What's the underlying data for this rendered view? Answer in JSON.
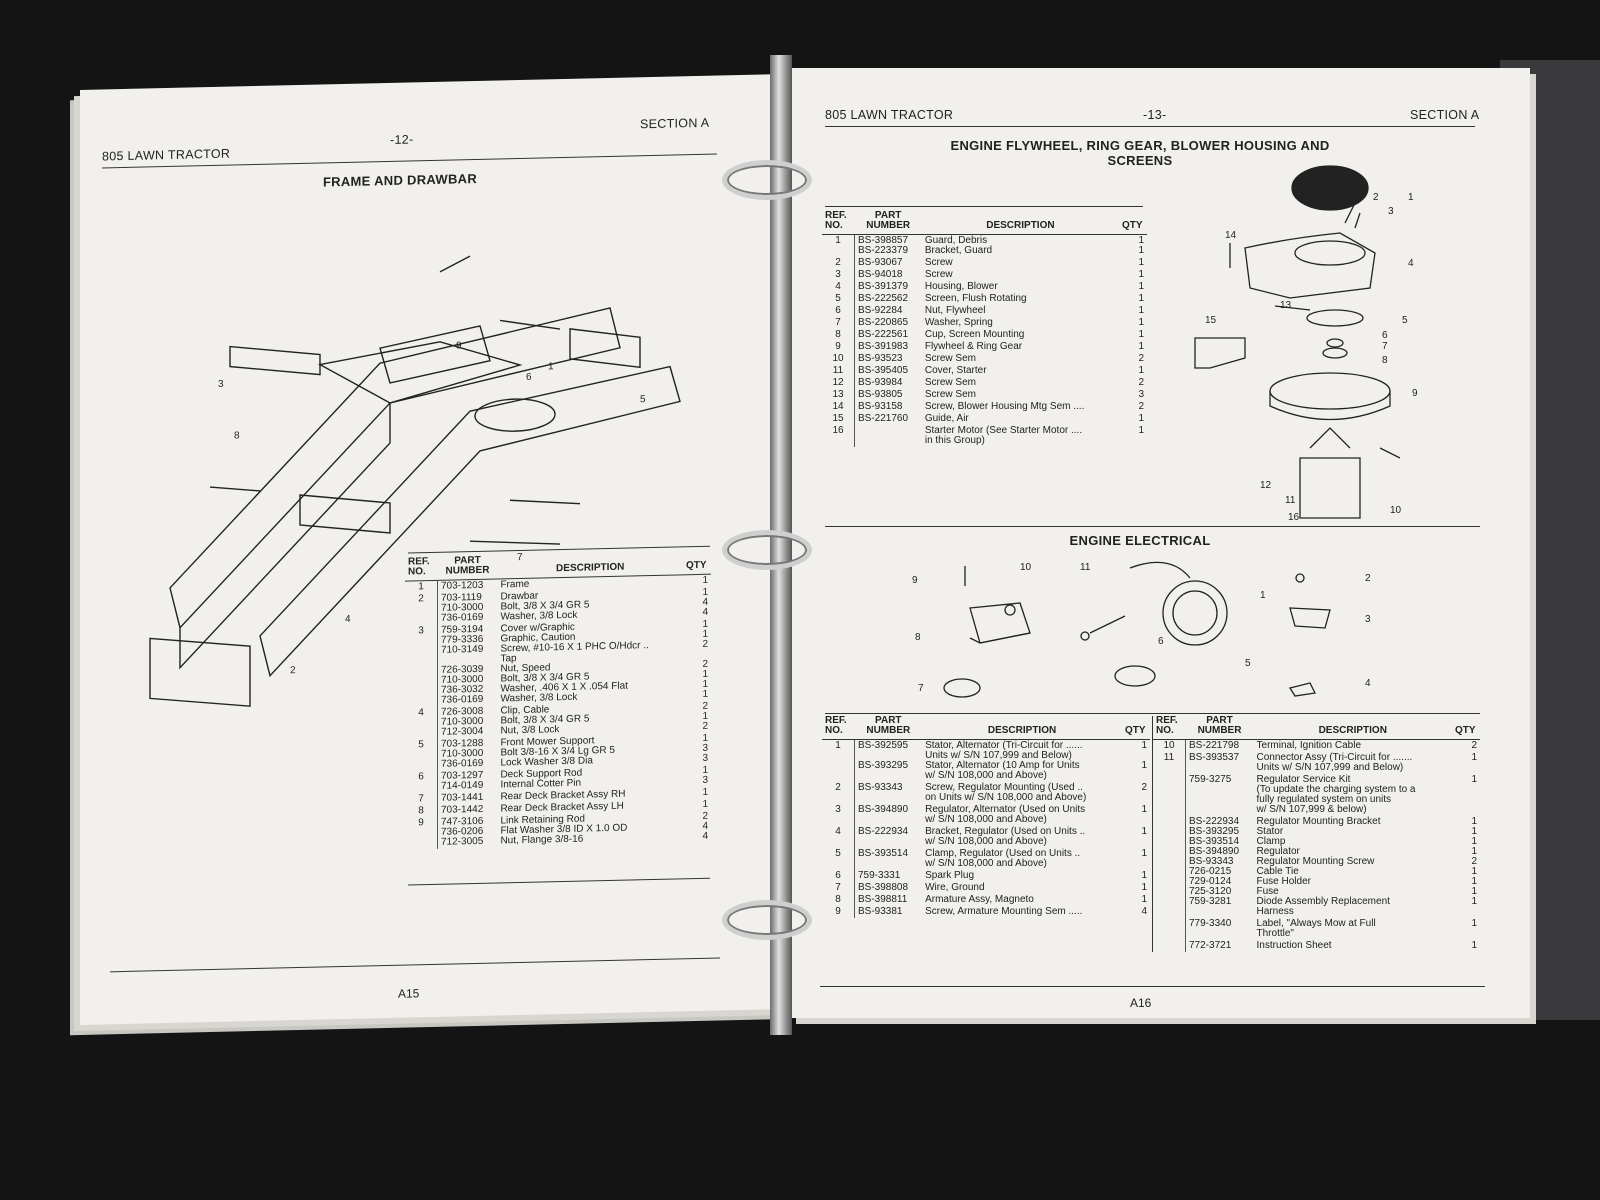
{
  "left_page": {
    "header": {
      "model": "805 LAWN TRACTOR",
      "page_no": "-12-",
      "section": "SECTION A"
    },
    "title": "FRAME AND DRAWBAR",
    "columns": {
      "ref": "REF.\nNO.",
      "part": "PART\nNUMBER",
      "desc": "DESCRIPTION",
      "qty": "QTY"
    },
    "rows": [
      {
        "ref": "1",
        "part": "703-1203",
        "desc": "Frame",
        "qty": "1"
      },
      {
        "ref": "2",
        "part": "703-1119\n710-3000\n736-0169",
        "desc": "Drawbar\n    Bolt, 3/8 X 3/4 GR 5\n    Washer, 3/8 Lock",
        "qty": "1\n4\n4"
      },
      {
        "ref": "3",
        "part": "759-3194\n779-3336\n710-3149\n\n726-3039\n710-3000\n736-3032\n736-0169",
        "desc": "Cover w/Graphic\n    Graphic, Caution\n    Screw, #10-16 X 1 PHC O/Hdcr ..\n    Tap\n    Nut, Speed\n    Bolt, 3/8 X 3/4 GR 5\n    Washer, .406 X 1 X .054 Flat\n    Washer, 3/8 Lock",
        "qty": "1\n1\n2\n\n2\n1\n1\n1"
      },
      {
        "ref": "4",
        "part": "726-3008\n710-3000\n712-3004",
        "desc": "Clip, Cable\n    Bolt, 3/8 X 3/4 GR 5\n    Nut, 3/8 Lock",
        "qty": "2\n1\n2"
      },
      {
        "ref": "5",
        "part": "703-1288\n710-3000\n736-0169",
        "desc": "Front Mower Support\n    Bolt 3/8-16 X 3/4 Lg GR 5\n    Lock Washer 3/8 Dia",
        "qty": "1\n3\n3"
      },
      {
        "ref": "6",
        "part": "703-1297\n714-0149",
        "desc": "Deck Support Rod\n    Internal Cotter Pin",
        "qty": "1\n3"
      },
      {
        "ref": "7",
        "part": "703-1441",
        "desc": "Rear Deck Bracket Assy RH",
        "qty": "1"
      },
      {
        "ref": "8",
        "part": "703-1442",
        "desc": "Rear Deck Bracket Assy LH",
        "qty": "1"
      },
      {
        "ref": "9",
        "part": "747-3106\n736-0206\n712-3005",
        "desc": "Link Retaining Rod\n    Flat Washer 3/8 ID X 1.0 OD\n    Nut, Flange 3/8-16",
        "qty": "2\n4\n4"
      }
    ],
    "callouts": [
      "1",
      "2",
      "3",
      "4",
      "5",
      "6",
      "7",
      "8",
      "9"
    ],
    "footer": "A15"
  },
  "right_page": {
    "header": {
      "model": "805 LAWN TRACTOR",
      "page_no": "-13-",
      "section": "SECTION A"
    },
    "title_top": "ENGINE FLYWHEEL, RING GEAR, BLOWER HOUSING AND SCREENS",
    "columns": {
      "ref": "REF.\nNO.",
      "part": "PART\nNUMBER",
      "desc": "DESCRIPTION",
      "qty": "QTY"
    },
    "flywheel_rows": [
      {
        "ref": "1",
        "part": "BS-398857\nBS-223379",
        "desc": "Guard, Debris\n    Bracket, Guard",
        "qty": "1\n1"
      },
      {
        "ref": "2",
        "part": "BS-93067",
        "desc": "Screw",
        "qty": "1"
      },
      {
        "ref": "3",
        "part": "BS-94018",
        "desc": "Screw",
        "qty": "1"
      },
      {
        "ref": "4",
        "part": "BS-391379",
        "desc": "Housing, Blower",
        "qty": "1"
      },
      {
        "ref": "5",
        "part": "BS-222562",
        "desc": "Screen, Flush Rotating",
        "qty": "1"
      },
      {
        "ref": "6",
        "part": "BS-92284",
        "desc": "Nut, Flywheel",
        "qty": "1"
      },
      {
        "ref": "7",
        "part": "BS-220865",
        "desc": "Washer, Spring",
        "qty": "1"
      },
      {
        "ref": "8",
        "part": "BS-222561",
        "desc": "Cup, Screen Mounting",
        "qty": "1"
      },
      {
        "ref": "9",
        "part": "BS-391983",
        "desc": "Flywheel & Ring Gear",
        "qty": "1"
      },
      {
        "ref": "10",
        "part": "BS-93523",
        "desc": "Screw Sem",
        "qty": "2"
      },
      {
        "ref": "11",
        "part": "BS-395405",
        "desc": "Cover, Starter",
        "qty": "1"
      },
      {
        "ref": "12",
        "part": "BS-93984",
        "desc": "Screw Sem",
        "qty": "2"
      },
      {
        "ref": "13",
        "part": "BS-93805",
        "desc": "Screw Sem",
        "qty": "3"
      },
      {
        "ref": "14",
        "part": "BS-93158",
        "desc": "Screw, Blower Housing Mtg Sem ....",
        "qty": "2"
      },
      {
        "ref": "15",
        "part": "BS-221760",
        "desc": "Guide, Air",
        "qty": "1"
      },
      {
        "ref": "16",
        "part": "",
        "desc": "Starter Motor (See Starter Motor ....\nin this Group)",
        "qty": "1"
      }
    ],
    "flywheel_callouts": [
      "1",
      "2",
      "3",
      "4",
      "5",
      "6",
      "7",
      "8",
      "9",
      "10",
      "11",
      "12",
      "13",
      "14",
      "15",
      "16"
    ],
    "title_elec": "ENGINE ELECTRICAL",
    "elec_callouts": [
      "1",
      "2",
      "3",
      "4",
      "5",
      "6",
      "7",
      "8",
      "9",
      "10",
      "11"
    ],
    "elec_rows_left": [
      {
        "ref": "1",
        "part": "BS-392595\n\nBS-393295",
        "desc": "Stator, Alternator (Tri-Circuit for ......\nUnits w/ S/N 107,999 and Below)\nStator, Alternator (10 Amp for Units\nw/ S/N 108,000 and Above)",
        "qty": "1\n\n1"
      },
      {
        "ref": "2",
        "part": "BS-93343",
        "desc": "Screw, Regulator Mounting (Used ..\non Units w/ S/N 108,000 and Above)",
        "qty": "2"
      },
      {
        "ref": "3",
        "part": "BS-394890",
        "desc": "Regulator, Alternator (Used on Units\nw/ S/N 108,000 and Above)",
        "qty": "1"
      },
      {
        "ref": "4",
        "part": "BS-222934",
        "desc": "Bracket, Regulator (Used on Units ..\nw/ S/N 108,000 and Above)",
        "qty": "1"
      },
      {
        "ref": "5",
        "part": "BS-393514",
        "desc": "Clamp, Regulator (Used on Units ..\nw/ S/N 108,000 and Above)",
        "qty": "1"
      },
      {
        "ref": "6",
        "part": "759-3331",
        "desc": "Spark Plug",
        "qty": "1"
      },
      {
        "ref": "7",
        "part": "BS-398808",
        "desc": "Wire, Ground",
        "qty": "1"
      },
      {
        "ref": "8",
        "part": "BS-398811",
        "desc": "Armature Assy, Magneto",
        "qty": "1"
      },
      {
        "ref": "9",
        "part": "BS-93381",
        "desc": "Screw, Armature Mounting Sem .....",
        "qty": "4"
      }
    ],
    "elec_rows_right": [
      {
        "ref": "10",
        "part": "BS-221798",
        "desc": "Terminal, Ignition Cable",
        "qty": "2"
      },
      {
        "ref": "11",
        "part": "BS-393537",
        "desc": "Connector Assy (Tri-Circuit for .......\nUnits w/ S/N 107,999 and Below)",
        "qty": "1"
      },
      {
        "ref": "",
        "part": "759-3275",
        "desc": "Regulator Service Kit\n(To update the charging system to a\nfully regulated system on units\nw/ S/N 107,999 & below)",
        "qty": "1"
      },
      {
        "ref": "",
        "part": "BS-222934\nBS-393295\nBS-393514\nBS-394890\nBS-93343\n726-0215\n729-0124\n725-3120\n759-3281",
        "desc": "    Regulator Mounting Bracket\n    Stator\n    Clamp\n    Regulator\n    Regulator Mounting Screw\n    Cable Tie\n    Fuse Holder\n    Fuse\n    Diode Assembly Replacement\n    Harness",
        "qty": "1\n1\n1\n1\n2\n1\n1\n1\n1"
      },
      {
        "ref": "",
        "part": "779-3340",
        "desc": "    Label, \"Always Mow at Full\n    Throttle\"",
        "qty": "1"
      },
      {
        "ref": "",
        "part": "772-3721",
        "desc": "    Instruction Sheet",
        "qty": "1"
      }
    ],
    "footer": "A16"
  }
}
